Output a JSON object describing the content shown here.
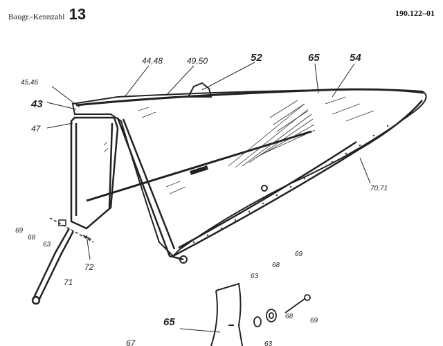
{
  "header": {
    "label": "Baugr.-Kennzahl",
    "group_number": "13",
    "drawing_number": "190.122–01"
  },
  "callouts": {
    "c44_48": "44,48",
    "c49_50": "49,50",
    "c52": "52",
    "c65_top": "65",
    "c54": "54",
    "c45_46": "45,46",
    "c43": "43",
    "c47": "47",
    "c70_71": "70,71",
    "c69_left": "69",
    "c68_left": "68",
    "c63_left": "63",
    "c72": "72",
    "c71": "71",
    "c63_bottom": "63",
    "c68_bottom": "68",
    "c69_bottom": "69",
    "c65_bottom": "65",
    "c68_bottom2": "68",
    "c69_bottom2": "69",
    "c67": "67",
    "c63_bottom2": "63"
  }
}
